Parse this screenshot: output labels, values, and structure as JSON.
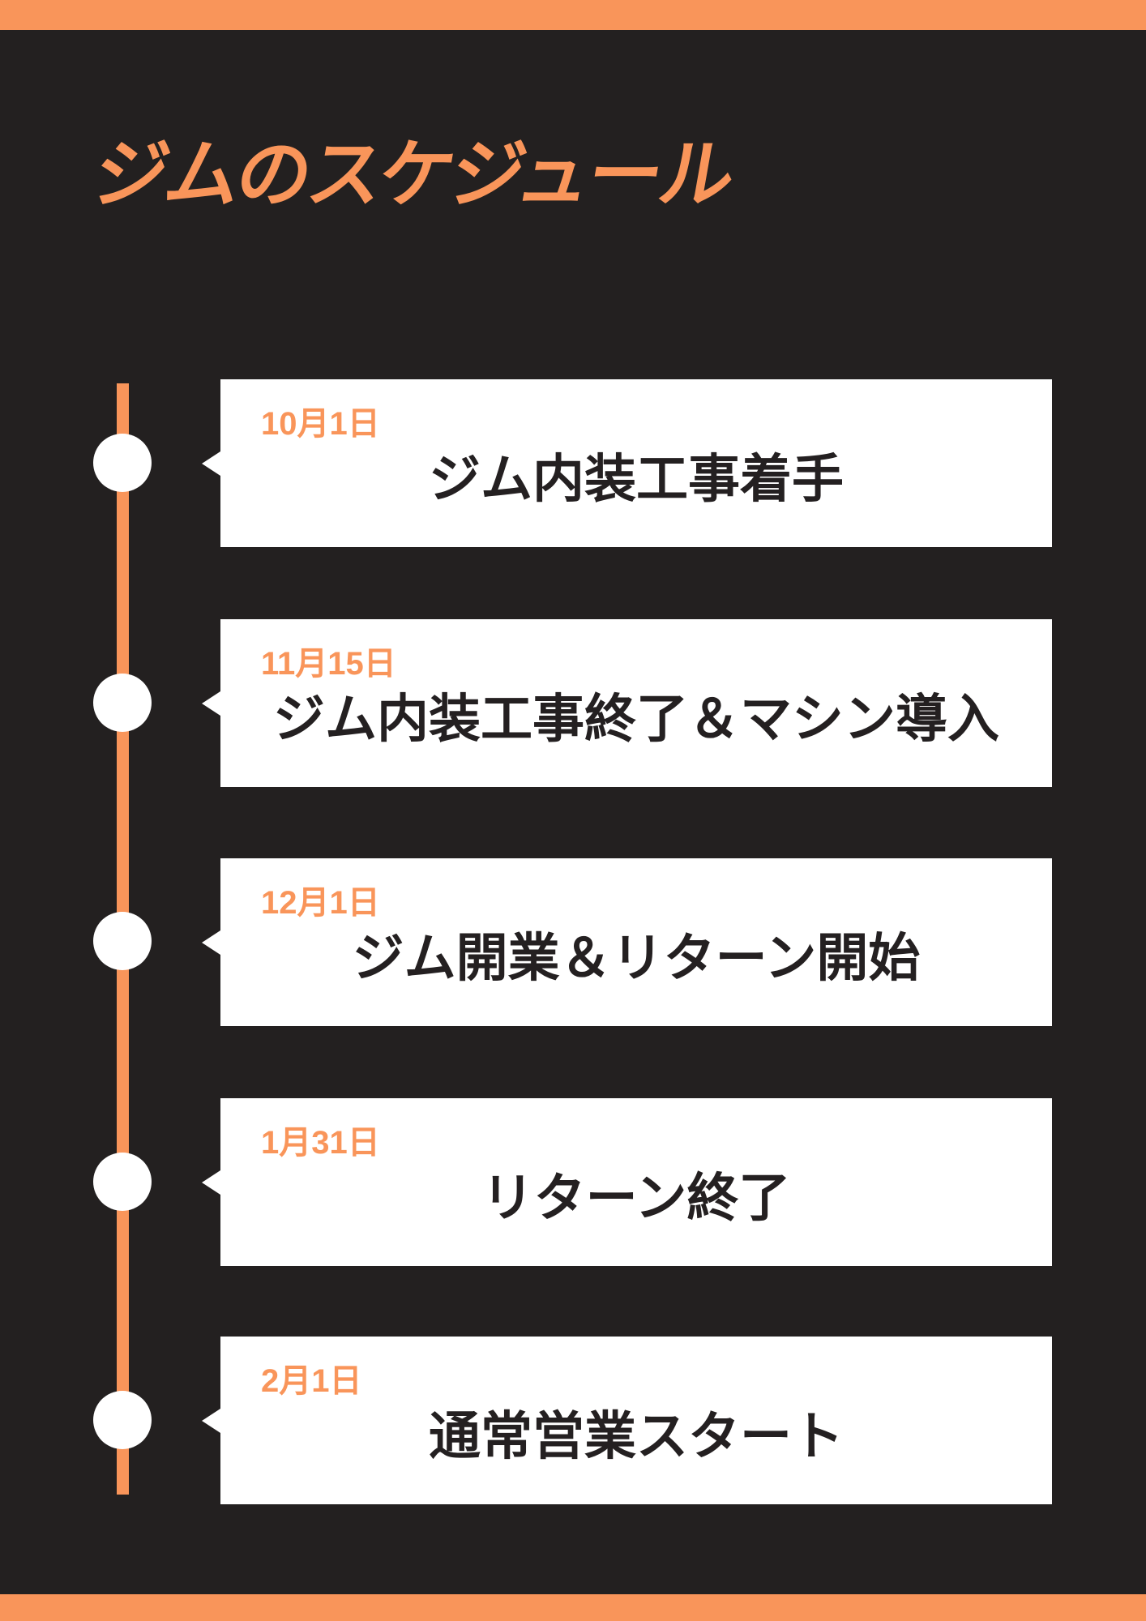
{
  "title": "ジムのスケジュール",
  "colors": {
    "accent": "#F9955A",
    "background": "#232020",
    "card": "#FFFFFF",
    "text": "#242021"
  },
  "timeline": {
    "events": [
      {
        "date": "10月1日",
        "label": "ジム内装工事着手"
      },
      {
        "date": "11月15日",
        "label": "ジム内装工事終了＆マシン導入"
      },
      {
        "date": "12月1日",
        "label": "ジム開業＆リターン開始"
      },
      {
        "date": "1月31日",
        "label": "リターン終了"
      },
      {
        "date": "2月1日",
        "label": "通常営業スタート"
      }
    ]
  }
}
